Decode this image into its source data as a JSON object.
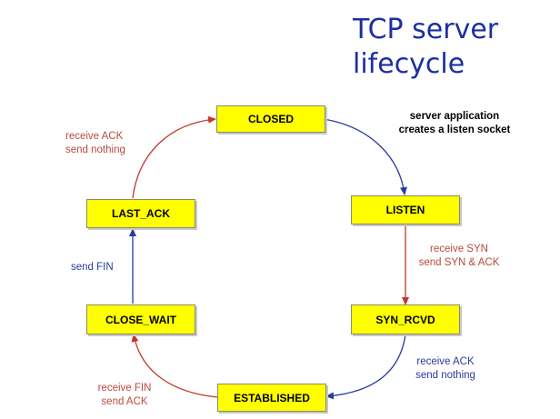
{
  "title": {
    "line1": "TCP server",
    "line2": "lifecycle"
  },
  "states": {
    "closed": "CLOSED",
    "listen": "LISTEN",
    "syn_rcvd": "SYN_RCVD",
    "established": "ESTABLISHED",
    "close_wait": "CLOSE_WAIT",
    "last_ack": "LAST_ACK"
  },
  "transitions": {
    "closed_to_listen": {
      "line1": "server application",
      "line2": "creates a listen socket"
    },
    "listen_to_syn_rcvd": {
      "line1": "receive SYN",
      "line2": "send SYN & ACK"
    },
    "syn_rcvd_to_established": {
      "line1": "receive  ACK",
      "line2": "send nothing"
    },
    "established_to_close_wait": {
      "line1": "receive FIN",
      "line2": "send ACK"
    },
    "close_wait_to_last_ack": {
      "line1": "send FIN"
    },
    "last_ack_to_closed": {
      "line1": "receive  ACK",
      "line2": "send nothing"
    }
  },
  "colors": {
    "state_fill": "#ffff00",
    "arrow_blue": "#2a3aa0",
    "arrow_red": "#c0392b",
    "title": "#1c2fa0"
  }
}
